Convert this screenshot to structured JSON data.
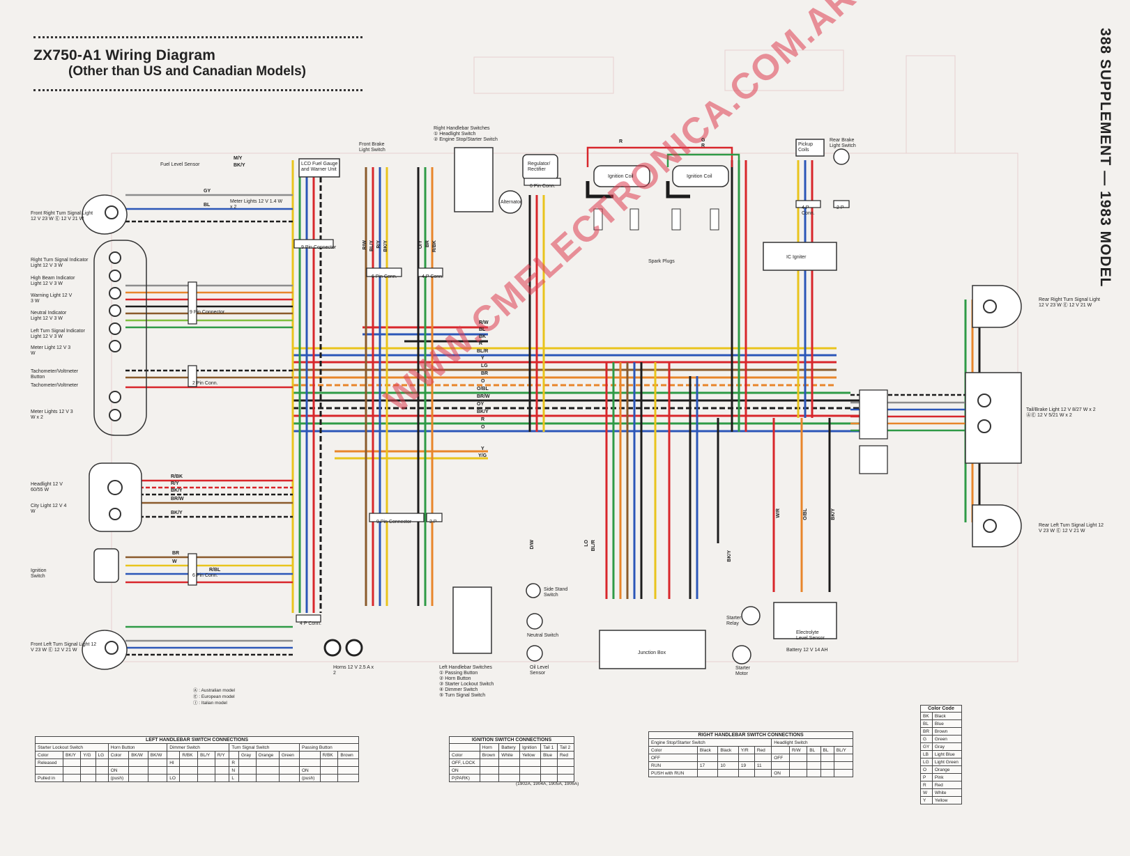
{
  "title_line1": "ZX750-A1  Wiring Diagram",
  "title_line2": "(Other than US and Canadian Models)",
  "side_header": "388  SUPPLEMENT — 1983 MODEL",
  "watermark": "WWW.CMELECTRONICA.COM.AR",
  "labels": {
    "fuel_level_sensor": "Fuel Level Sensor",
    "lcd_fuel_gauge": "LCD Fuel Gauge and Warner Unit",
    "front_brake_light_switch": "Front Brake Light Switch",
    "right_handlebar_switches": "Right Handlebar Switches",
    "headlight_switch": "① Headlight Switch",
    "engine_stop_starter_switch": "② Engine Stop/Starter Switch",
    "regulator_rectifier": "Regulator/ Rectifier",
    "alternator": "Alternator",
    "ignition_coil_1": "Ignition Coil",
    "ignition_coil_2": "Ignition Coil",
    "spark_plugs": "Spark Plugs",
    "pickup_coils": "Pickup Coils",
    "rear_brake_light_switch": "Rear Brake Light Switch",
    "ic_igniter": "IC Igniter",
    "meter_lights_top": "Meter Lights 12 V 1.4 W x 2",
    "front_right_turn": "Front Right Turn Signal Light 12 V 23 W  Ⓔ 12 V 21 W",
    "right_turn_indicator": "Right Turn Signal Indicator Light  12 V 3 W",
    "high_beam_indicator": "High Beam Indicator Light  12 V 3 W",
    "warning_light": "Warning Light 12 V 3 W",
    "neutral_indicator": "Neutral Indicator Light  12 V 3 W",
    "left_turn_indicator": "Left Turn Signal Indicator Light  12 V 3 W",
    "meter_light": "Meter Light 12 V 3 W",
    "tach_button": "Tachometer/Voltmeter Button",
    "tach": "Tachometer/Voltmeter",
    "meter_lights_mid": "Meter Lights 12 V 3 W x 2",
    "headlight": "Headlight 12 V 60/55 W",
    "city_light": "City Light 12 V 4 W",
    "ignition_switch": "Ignition Switch",
    "front_left_turn": "Front Left Turn Signal Light 12 V 23 W  Ⓔ 12 V 21 W",
    "horns": "Horns 12 V 2.5 A x 2",
    "left_handlebar_switches": "Left Handlebar Switches",
    "passing_button": "① Passing Button",
    "horn_button": "② Horn Button",
    "starter_lockout": "③ Starter Lockout Switch",
    "dimmer_switch": "④ Dimmer Switch",
    "turn_signal_switch": "⑤ Turn Signal Switch",
    "side_stand_switch": "Side Stand Switch",
    "neutral_switch": "Neutral Switch",
    "oil_level_sensor": "Oil Level Sensor",
    "junction_box": "Junction Box",
    "starter_relay": "Starter Relay",
    "starter_motor": "Starter Motor",
    "electrolyte_sensor": "Electrolyte Level Sensor",
    "battery": "Battery 12 V 14 AH",
    "rear_right_turn": "Rear Right Turn Signal Light 12 V 23 W  Ⓔ 12 V 21 W",
    "tail_brake": "Tail/Brake Light  12 V 8/27 W x 2  ⒶⒺ 12 V 5/21 W x 2",
    "rear_left_turn": "Rear Left Turn Signal Light 12 V 23 W  Ⓔ 12 V 21 W",
    "conn_9pin_top": "9 Pin Connector",
    "conn_6pin": "6 Pin Conn.",
    "conn_4p_a": "4 P Conn.",
    "conn_6pin_reg": "6 Pin Conn.",
    "conn_4p_ign": "4 P Conn.",
    "conn_2p_rear": "2 P",
    "conn_9pin_meter": "9 Pin Connector",
    "conn_2pin_tach": "2 Pin Conn.",
    "conn_9pin_left": "9 Pin Connector",
    "conn_2p_left": "2 P",
    "conn_6pin_ign": "6 Pin Conn.",
    "conn_4p_bottom": "4 P Conn.",
    "model_australian": "Ⓐ : Australian model",
    "model_european": "Ⓔ : European model",
    "model_italian": "Ⓘ : Italian model",
    "ign_part_numbers": "(1902A, 1904A, 1905A, 1906A)"
  },
  "wire_codes": {
    "wR": "R",
    "wG": "G",
    "wR2": "R",
    "wMY": "M/Y",
    "wBKY": "BK/Y",
    "wGY": "GY",
    "wBL": "BL",
    "wRW": "R/W",
    "wBL2": "BL",
    "wBK": "BK",
    "wR3": "R",
    "wBLR": "BL/R",
    "wY": "Y",
    "wLG": "LG",
    "wBR": "BR",
    "wO": "O",
    "wOBL": "O/BL",
    "wBRW": "BR/W",
    "wOY": "OY",
    "wBKY2": "BK/Y",
    "wR4": "R",
    "wO2": "O",
    "wY2": "Y",
    "wYG": "Y/G",
    "wRBK": "R/BK",
    "wRY": "R/Y",
    "wBKY3": "BK/Y",
    "wBRW2": "BR/W",
    "wBKY4": "BK/Y",
    "wBRN": "BR",
    "wW": "W",
    "wRBL": "R/BL"
  },
  "left_table": {
    "title": "LEFT HANDLEBAR SWITCH CONNECTIONS",
    "groups": [
      "Starter Lockout Switch",
      "Horn Button",
      "Dimmer Switch",
      "Turn Signal Switch",
      "Passing Button"
    ],
    "header": [
      "Color",
      "BK/Y",
      "Y/G",
      "LG",
      "Color",
      "BK/W",
      "BK/W",
      "",
      "R/BK",
      "BL/Y",
      "R/Y",
      "",
      "Gray",
      "Orange",
      "Green",
      "",
      "R/BK",
      "Brown"
    ],
    "rows": [
      [
        "Released",
        "",
        "",
        "",
        "",
        "",
        "",
        "HI",
        "",
        "",
        "",
        "R",
        "",
        "",
        "",
        "",
        "",
        ""
      ],
      [
        "",
        "",
        "",
        "",
        "ON",
        "",
        "",
        "",
        "",
        "",
        "",
        "N",
        "",
        "",
        "",
        "ON",
        "",
        ""
      ],
      [
        "Pulled in",
        "",
        "",
        "",
        "(push)",
        "",
        "",
        "LO",
        "",
        "",
        "",
        "L",
        "",
        "",
        "",
        "(push)",
        "",
        ""
      ]
    ]
  },
  "ign_table": {
    "title": "IGNITION SWITCH CONNECTIONS",
    "header": [
      "",
      "Horn",
      "Battery",
      "Ignition",
      "Tail 1",
      "Tail 2"
    ],
    "header2": [
      "Color",
      "Brown",
      "White",
      "Yellow",
      "Blue",
      "Red"
    ],
    "rows": [
      [
        "OFF, LOCK",
        "",
        "",
        "",
        "",
        ""
      ],
      [
        "ON",
        "",
        "",
        "",
        "",
        ""
      ],
      [
        "P(PARK)",
        "",
        "",
        "",
        "",
        ""
      ]
    ]
  },
  "right_table": {
    "title": "RIGHT HANDLEBAR SWITCH CONNECTIONS",
    "groups": [
      "Engine Stop/Starter Switch",
      "Headlight Switch"
    ],
    "header": [
      "Color",
      "Black",
      "Black",
      "Y/R",
      "Red",
      "",
      "R/W",
      "BL",
      "BL",
      "BL/Y"
    ],
    "rows": [
      [
        "OFF",
        "",
        "",
        "",
        "",
        "OFF",
        "",
        "",
        "",
        ""
      ],
      [
        "RUN",
        "17",
        "10",
        "19",
        "11",
        "",
        "",
        "",
        "",
        ""
      ],
      [
        "PUSH with RUN",
        "",
        "",
        "",
        "",
        "ON",
        "",
        "",
        "",
        ""
      ]
    ]
  },
  "color_code": {
    "title": "Color Code",
    "rows": [
      [
        "BK",
        "Black"
      ],
      [
        "BL",
        "Blue"
      ],
      [
        "BR",
        "Brown"
      ],
      [
        "G",
        "Green"
      ],
      [
        "GY",
        "Gray"
      ],
      [
        "LB",
        "Light Blue"
      ],
      [
        "LG",
        "Light Green"
      ],
      [
        "O",
        "Orange"
      ],
      [
        "P",
        "Pink"
      ],
      [
        "R",
        "Red"
      ],
      [
        "W",
        "White"
      ],
      [
        "Y",
        "Yellow"
      ]
    ]
  },
  "colors": {
    "red": "#d8262b",
    "yellow": "#e9c41c",
    "green": "#2e9a46",
    "blue": "#2b56b8",
    "black": "#1c1c1c",
    "brown": "#8a5a2b",
    "orange": "#e8852a",
    "gray": "#8c8c8c",
    "light_green": "#7fbf3f",
    "white": "#ffffff",
    "pink": "#e97a98"
  }
}
